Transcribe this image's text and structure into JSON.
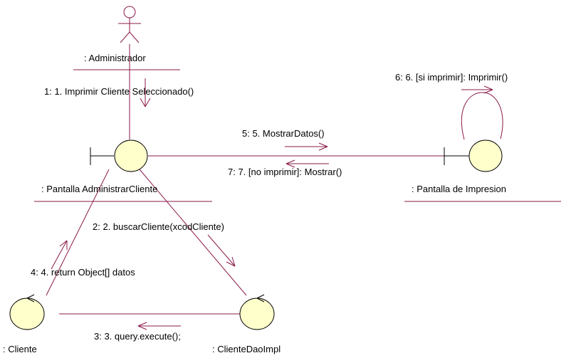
{
  "diagram": {
    "actor": {
      "label": ": Administrador"
    },
    "objects": {
      "pantalla_admin": ": Pantalla AdministrarCliente",
      "pantalla_impresion": ": Pantalla de Impresion",
      "cliente": ": Cliente",
      "cliente_dao": ": ClienteDaoImpl"
    },
    "messages": {
      "m1": "1: 1. Imprimir Cliente Seleccionado()",
      "m2": "2: 2. buscarCliente(xcodCliente)",
      "m3": "3: 3. query.execute();",
      "m4": "4: 4. return Object[] datos",
      "m5": "5: 5.  MostrarDatos()",
      "m6": "6: 6. [si imprimir]: Imprimir()",
      "m7": "7: 7. [no imprimir]: Mostrar()"
    },
    "colors": {
      "line": "#8b1a4a",
      "object_fill": "#ffffcc",
      "text": "#000000"
    }
  }
}
